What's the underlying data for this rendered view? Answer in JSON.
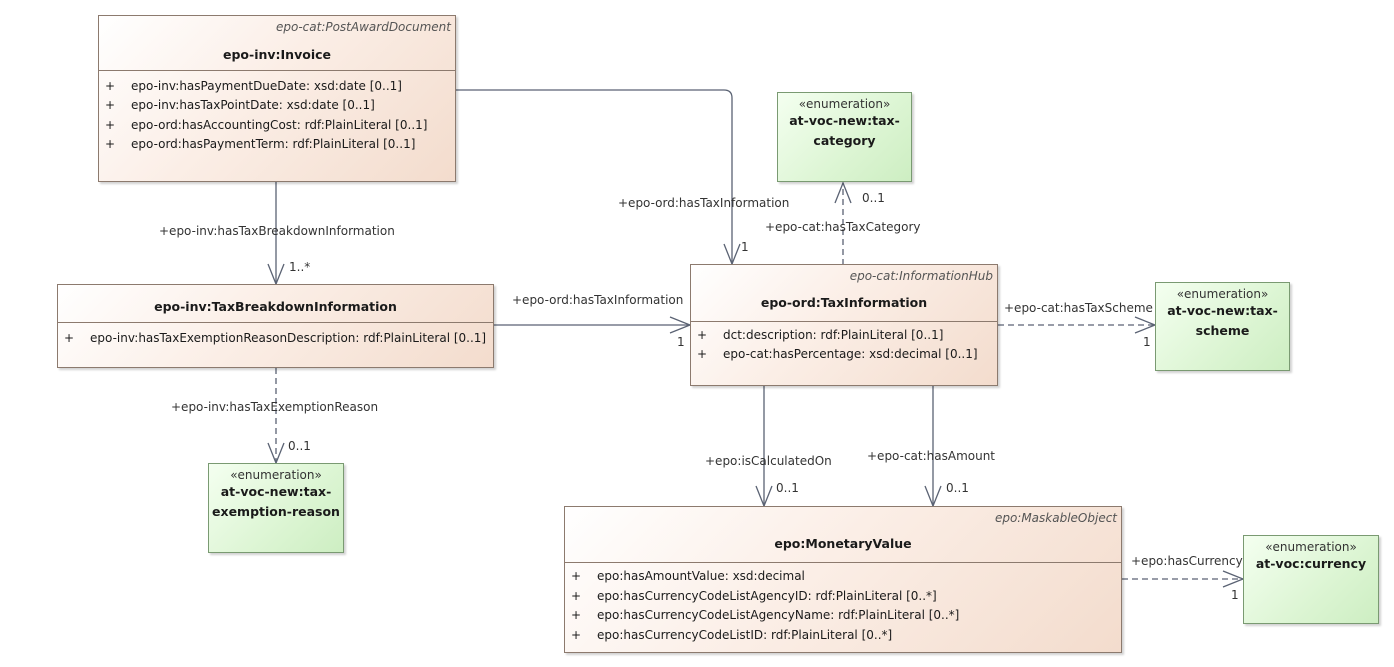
{
  "classes": {
    "invoice": {
      "stereotype": "epo-cat:PostAwardDocument",
      "name": "epo-inv:Invoice",
      "attributes": [
        "epo-inv:hasPaymentDueDate: xsd:date [0..1]",
        "epo-inv:hasTaxPointDate: xsd:date [0..1]",
        "epo-ord:hasAccountingCost: rdf:PlainLiteral [0..1]",
        "epo-ord:hasPaymentTerm: rdf:PlainLiteral [0..1]"
      ]
    },
    "tax_breakdown": {
      "name": "epo-inv:TaxBreakdownInformation",
      "attributes": [
        "epo-inv:hasTaxExemptionReasonDescription: rdf:PlainLiteral [0..1]"
      ]
    },
    "tax_information": {
      "stereotype": "epo-cat:InformationHub",
      "name": "epo-ord:TaxInformation",
      "attributes": [
        "dct:description: rdf:PlainLiteral [0..1]",
        "epo-cat:hasPercentage: xsd:decimal [0..1]"
      ]
    },
    "monetary_value": {
      "stereotype": "epo:MaskableObject",
      "name": "epo:MonetaryValue",
      "attributes": [
        "epo:hasAmountValue: xsd:decimal",
        "epo:hasCurrencyCodeListAgencyID: rdf:PlainLiteral [0..*]",
        "epo:hasCurrencyCodeListAgencyName: rdf:PlainLiteral [0..*]",
        "epo:hasCurrencyCodeListID: rdf:PlainLiteral [0..*]"
      ]
    }
  },
  "visibility_symbol": "+",
  "enumerations": {
    "tax_category": {
      "stereotype": "«enumeration»",
      "name_line1": "at-voc-new:tax-",
      "name_line2": "category"
    },
    "tax_scheme": {
      "stereotype": "«enumeration»",
      "name_line1": "at-voc-new:tax-",
      "name_line2": "scheme"
    },
    "tax_exemption_reason": {
      "stereotype": "«enumeration»",
      "name_line1": "at-voc-new:tax-",
      "name_line2": "exemption-reason"
    },
    "currency": {
      "stereotype": "«enumeration»",
      "name_line1": "at-voc:currency",
      "name_line2": ""
    }
  },
  "associations": {
    "invoice_taxbreakdown": {
      "role": "+epo-inv:hasTaxBreakdownInformation",
      "multiplicity": "1..*"
    },
    "invoice_taxinfo": {
      "role": "+epo-ord:hasTaxInformation",
      "multiplicity": "1"
    },
    "taxbreakdown_taxinfo": {
      "role": "+epo-ord:hasTaxInformation",
      "multiplicity": "1"
    },
    "taxbreakdown_exemption": {
      "role": "+epo-inv:hasTaxExemptionReason",
      "multiplicity": "0..1"
    },
    "taxinfo_category": {
      "role": "+epo-cat:hasTaxCategory",
      "multiplicity": "0..1"
    },
    "taxinfo_scheme": {
      "role": "+epo-cat:hasTaxScheme",
      "multiplicity": "1"
    },
    "taxinfo_calculated": {
      "role": "+epo:isCalculatedOn",
      "multiplicity": "0..1"
    },
    "taxinfo_amount": {
      "role": "+epo-cat:hasAmount",
      "multiplicity": "0..1"
    },
    "monetary_currency": {
      "role": "+epo:hasCurrency",
      "multiplicity": "1"
    }
  },
  "colors": {
    "class_border": "#8c7a6e",
    "enum_border": "#7a9a72",
    "edge": "#5a6273"
  }
}
